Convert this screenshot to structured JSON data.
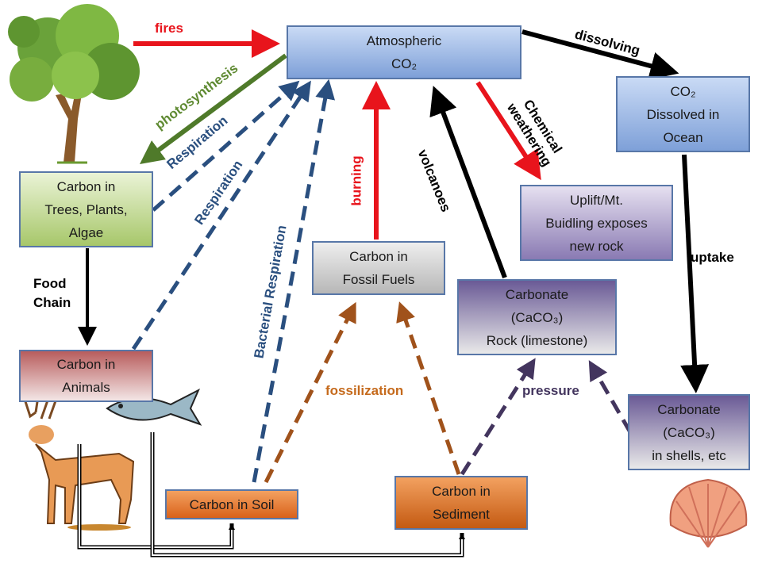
{
  "boxes": {
    "atmospheric": {
      "label": "Atmospheric\nCO₂"
    },
    "dissolved": {
      "label": "CO₂\nDissolved in\nOcean"
    },
    "trees": {
      "label": "Carbon in\nTrees, Plants,\nAlgae"
    },
    "uplift": {
      "label": "Uplift/Mt.\nBuidling exposes\nnew rock"
    },
    "fossil": {
      "label": "Carbon in\nFossil Fuels"
    },
    "carbonate_rock": {
      "label": "Carbonate\n(CaCO₃)\nRock (limestone)"
    },
    "animals": {
      "label": "Carbon in\nAnimals"
    },
    "shells": {
      "label": "Carbonate\n(CaCO₃)\nin shells, etc"
    },
    "soil": {
      "label": "Carbon in Soil"
    },
    "sediment": {
      "label": "Carbon in\nSediment"
    }
  },
  "labels": {
    "fires": "fires",
    "dissolving": "dissolving",
    "photosynthesis": "photosynthesis",
    "chemical_weathering": "Chemical\nweathering",
    "respiration_plants": "Respiration",
    "respiration_animals": "Respiration",
    "burning": "burning",
    "volcanoes": "volcanoes",
    "bacterial_respiration": "Bacterial Respiration",
    "uptake": "uptake",
    "food_chain": "Food\nChain",
    "fossilization": "fossilization",
    "pressure": "pressure"
  },
  "colors": {
    "fires_arrow": "#e8141c",
    "photosynthesis_arrow": "#4f7a2a",
    "respiration_arrow": "#2a4f7f",
    "burning_arrow": "#e8141c",
    "weathering_arrow": "#e8141c",
    "black_arrow": "#000000",
    "fossilization_arrow": "#a0521b",
    "pressure_arrow": "#43355e",
    "label_red": "#e8141c",
    "label_green": "#5f8a32",
    "label_blue": "#2a4f7f",
    "label_orange": "#c56a1c",
    "label_purple": "#43355e"
  },
  "icons": [
    "tree-icon",
    "deer-icon",
    "fish-icon",
    "seashell-icon"
  ]
}
